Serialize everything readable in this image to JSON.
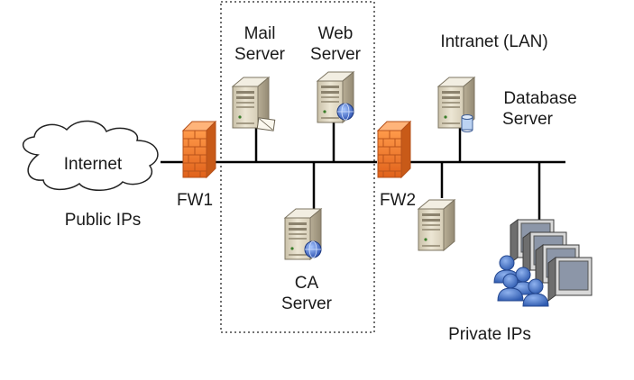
{
  "diagram": {
    "internet": {
      "label": "Internet",
      "note": "Public IPs"
    },
    "firewalls": {
      "fw1": "FW1",
      "fw2": "FW2"
    },
    "dmz": {
      "mail_server": {
        "line1": "Mail",
        "line2": "Server"
      },
      "web_server": {
        "line1": "Web",
        "line2": "Server"
      },
      "ca_server": {
        "line1": "CA",
        "line2": "Server"
      }
    },
    "intranet": {
      "title": "Intranet (LAN)",
      "database_server": {
        "line1": "Database",
        "line2": "Server"
      },
      "clients_note": "Private IPs"
    },
    "colors": {
      "firewall_brick": "#f07a2a",
      "server_body": "#e4dcc6",
      "line": "#000000",
      "user_blue": "#4a78c8"
    },
    "icons": [
      "cloud-icon",
      "firewall-icon",
      "server-icon",
      "mail-icon",
      "globe-icon",
      "database-icon",
      "monitor-icon",
      "user-icon"
    ]
  }
}
